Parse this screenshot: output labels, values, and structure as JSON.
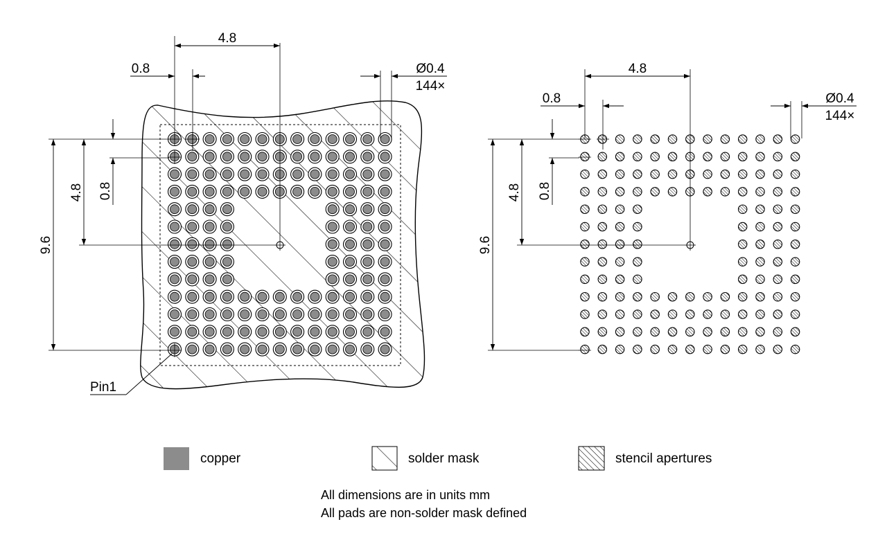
{
  "left_view": {
    "pitch_top": "4.8",
    "pitch_small": "0.8",
    "pad_diameter": "Ø0.4",
    "pad_count": "144×",
    "vertical_large": "9.6",
    "vertical_mid": "4.8",
    "vertical_small": "0.8",
    "pin1_label": "Pin1"
  },
  "right_view": {
    "pitch_top": "4.8",
    "pitch_small": "0.8",
    "pad_diameter": "Ø0.4",
    "pad_count": "144×",
    "vertical_large": "9.6",
    "vertical_mid": "4.8",
    "vertical_small": "0.8"
  },
  "grid": {
    "rows": 13,
    "cols": 13,
    "pattern": [
      "1111111111111",
      "1111111111111",
      "1111111111111",
      "1111111111111",
      "1111000001111",
      "1111000001111",
      "1111000001111",
      "1111000001111",
      "1111000001111",
      "1111111111111",
      "1111111111111",
      "1111111111111",
      "1111111111111"
    ]
  },
  "legend": {
    "copper": "copper",
    "solder_mask": "solder mask",
    "stencil": "stencil apertures"
  },
  "notes": {
    "line1": "All dimensions are in units mm",
    "line2": "All pads are non-solder mask defined"
  },
  "colors": {
    "copper": "#8c8c8c",
    "line": "#000000"
  }
}
